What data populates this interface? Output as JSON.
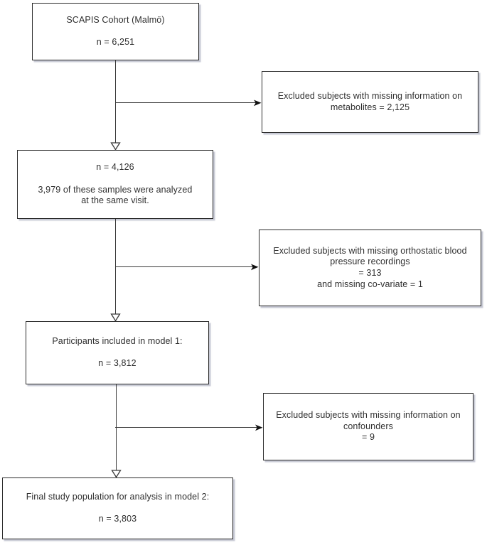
{
  "flowchart": {
    "nodes": {
      "cohort": {
        "text": "SCAPIS Cohort (Malmö)\n\nn = 6,251"
      },
      "excluded_metabolites": {
        "text": "Excluded subjects with missing information on\nmetabolites = 2,125"
      },
      "sample": {
        "text": "n = 4,126\n\n3,979 of these samples were analyzed\nat the same visit."
      },
      "excluded_orthostatic": {
        "text": "Excluded subjects with missing orthostatic blood\npressure recordings\n= 313\nand missing co-variate = 1"
      },
      "model1": {
        "text": "Participants included in model 1:\n\nn = 3,812"
      },
      "excluded_confounders": {
        "text": "Excluded subjects with missing information on\nconfounders\n= 9"
      },
      "final": {
        "text": "Final study population for analysis in model 2:\n\nn = 3,803"
      }
    },
    "colors": {
      "box_fill": "#ffffff",
      "box_border": "#2b2b2b",
      "text": "#2f2f2f",
      "connector": "#3a3a3a",
      "shadow": "#a0a3b8"
    }
  }
}
